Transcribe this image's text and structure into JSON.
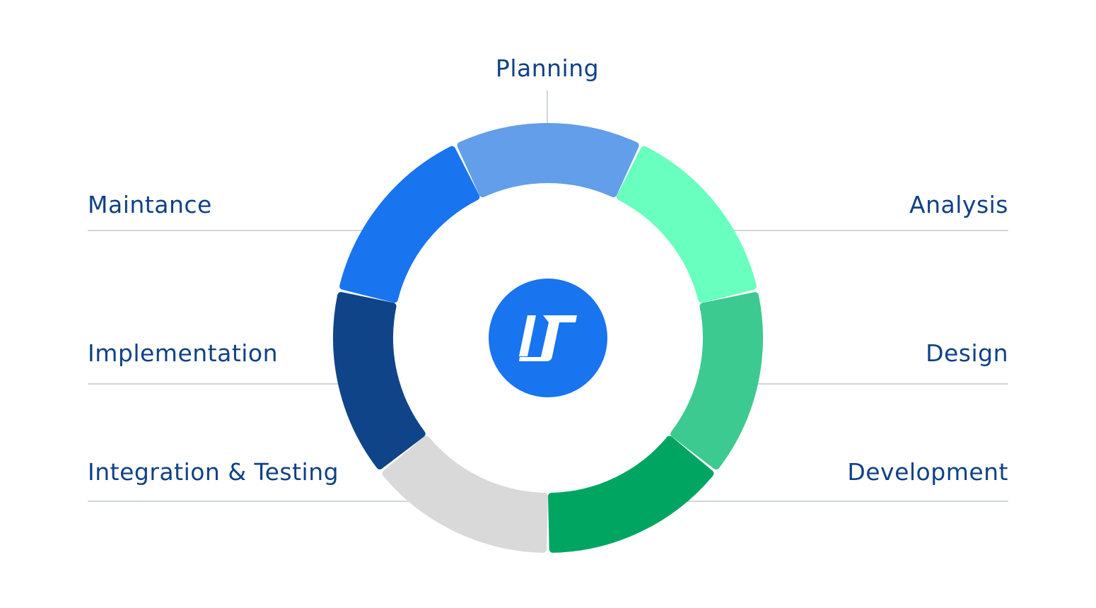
{
  "colors": {
    "label_text": "#0F4186",
    "leader_line": "#C4C8CC",
    "center_logo_bg": "#1874EF",
    "center_logo_mark": "#FFFFFF"
  },
  "phases": [
    {
      "id": "planning",
      "label": "Planning",
      "color": "#629EEA"
    },
    {
      "id": "analysis",
      "label": "Analysis",
      "color": "#69FFBF"
    },
    {
      "id": "design",
      "label": "Design",
      "color": "#3CCA91"
    },
    {
      "id": "development",
      "label": "Development",
      "color": "#00A562"
    },
    {
      "id": "integration-testing",
      "label": "Integration & Testing",
      "color": "#D9D9D9"
    },
    {
      "id": "implementation",
      "label": "Implementation",
      "color": "#0F4588"
    },
    {
      "id": "maintance",
      "label": "Maintance",
      "color": "#1874EF"
    }
  ],
  "center_logo": {
    "icon": "company-logo-icon"
  }
}
